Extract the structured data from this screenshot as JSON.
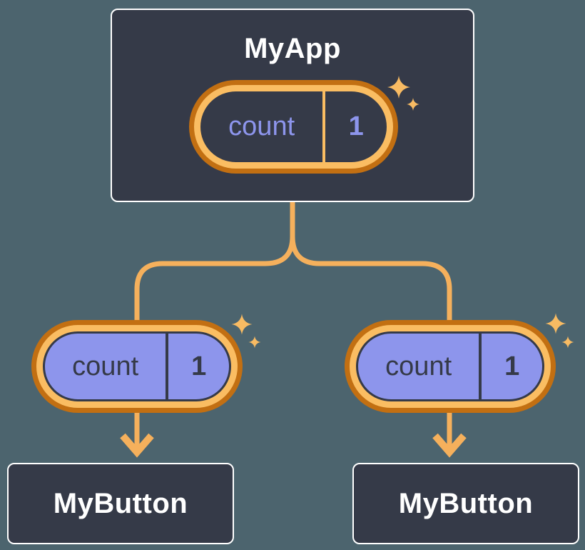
{
  "diagram": {
    "description": "React component tree showing state passed down as props",
    "root": {
      "name": "MyApp",
      "state_pill": {
        "key": "count",
        "value": "1"
      }
    },
    "children": [
      {
        "name": "MyButton",
        "prop_pill": {
          "key": "count",
          "value": "1"
        }
      },
      {
        "name": "MyButton",
        "prop_pill": {
          "key": "count",
          "value": "1"
        }
      }
    ],
    "colors": {
      "background": "#4C646E",
      "node_fill": "#353A48",
      "node_border": "#FFFFFF",
      "pill_ring": "#C26F12",
      "pill_band": "#FABD62",
      "prop_fill": "#8D95EC",
      "state_text": "#8D95EC",
      "prop_text": "#353A48",
      "title_text": "#FFFFFF",
      "connector": "#F5B05C",
      "sparkle": "#F8BB63"
    }
  }
}
